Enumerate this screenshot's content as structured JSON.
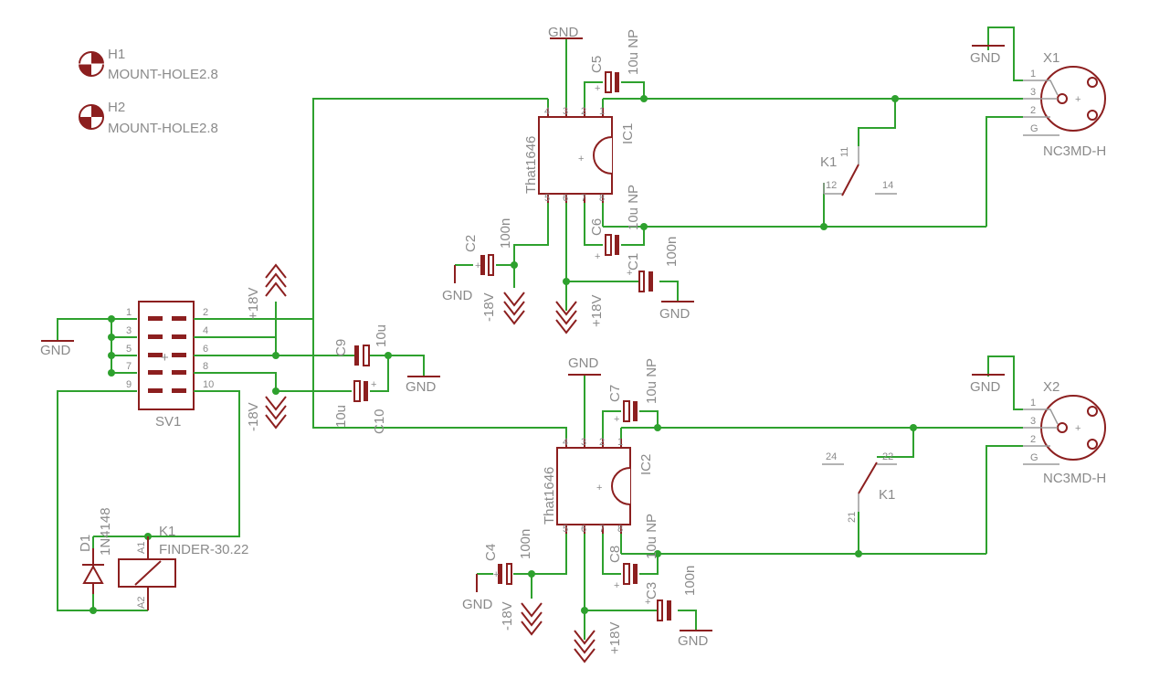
{
  "holes": [
    {
      "ref": "H1",
      "value": "MOUNT-HOLE2.8"
    },
    {
      "ref": "H2",
      "value": "MOUNT-HOLE2.8"
    }
  ],
  "connector": {
    "ref": "SV1",
    "pins": [
      "1",
      "2",
      "3",
      "4",
      "5",
      "6",
      "7",
      "8",
      "9",
      "10"
    ]
  },
  "ics": [
    {
      "ref": "IC1",
      "value": "That1646",
      "pins": [
        "4",
        "3",
        "2",
        "1",
        "5",
        "6",
        "7",
        "8"
      ]
    },
    {
      "ref": "IC2",
      "value": "That1646",
      "pins": [
        "4",
        "3",
        "2",
        "1",
        "5",
        "6",
        "7",
        "8"
      ]
    }
  ],
  "xlr": [
    {
      "ref": "X1",
      "value": "NC3MD-H",
      "pins": [
        "1",
        "3",
        "2",
        "G"
      ]
    },
    {
      "ref": "X2",
      "value": "NC3MD-H",
      "pins": [
        "1",
        "3",
        "2",
        "G"
      ]
    }
  ],
  "relay": {
    "coil_ref": "K1",
    "coil_value": "FINDER-30.22",
    "coil_pins": [
      "A1",
      "A2"
    ],
    "contact1": {
      "ref": "K1",
      "pins": [
        "11",
        "12",
        "14"
      ]
    },
    "contact2": {
      "ref": "K1",
      "pins": [
        "21",
        "22",
        "24"
      ]
    }
  },
  "diode": {
    "ref": "D1",
    "value": "1N4148"
  },
  "caps": {
    "C1": {
      "ref": "C1",
      "value": "100n"
    },
    "C2": {
      "ref": "C2",
      "value": "100n"
    },
    "C3": {
      "ref": "C3",
      "value": "100n"
    },
    "C4": {
      "ref": "C4",
      "value": "100n"
    },
    "C5": {
      "ref": "C5",
      "value": "10u NP"
    },
    "C6": {
      "ref": "C6",
      "value": "10u NP"
    },
    "C7": {
      "ref": "C7",
      "value": "10u NP"
    },
    "C8": {
      "ref": "C8",
      "value": "10u NP"
    },
    "C9": {
      "ref": "C9",
      "value": "10u"
    },
    "C10": {
      "ref": "C10",
      "value": "10u"
    }
  },
  "nets": {
    "gnd": "GND",
    "pos": "+18V",
    "neg": "-18V"
  },
  "marks": {
    "plus": "+"
  },
  "colors": {
    "wire": "#2ea12e",
    "part": "#8c1f1f",
    "text": "#8a8a8a",
    "background": "#ffffff"
  }
}
